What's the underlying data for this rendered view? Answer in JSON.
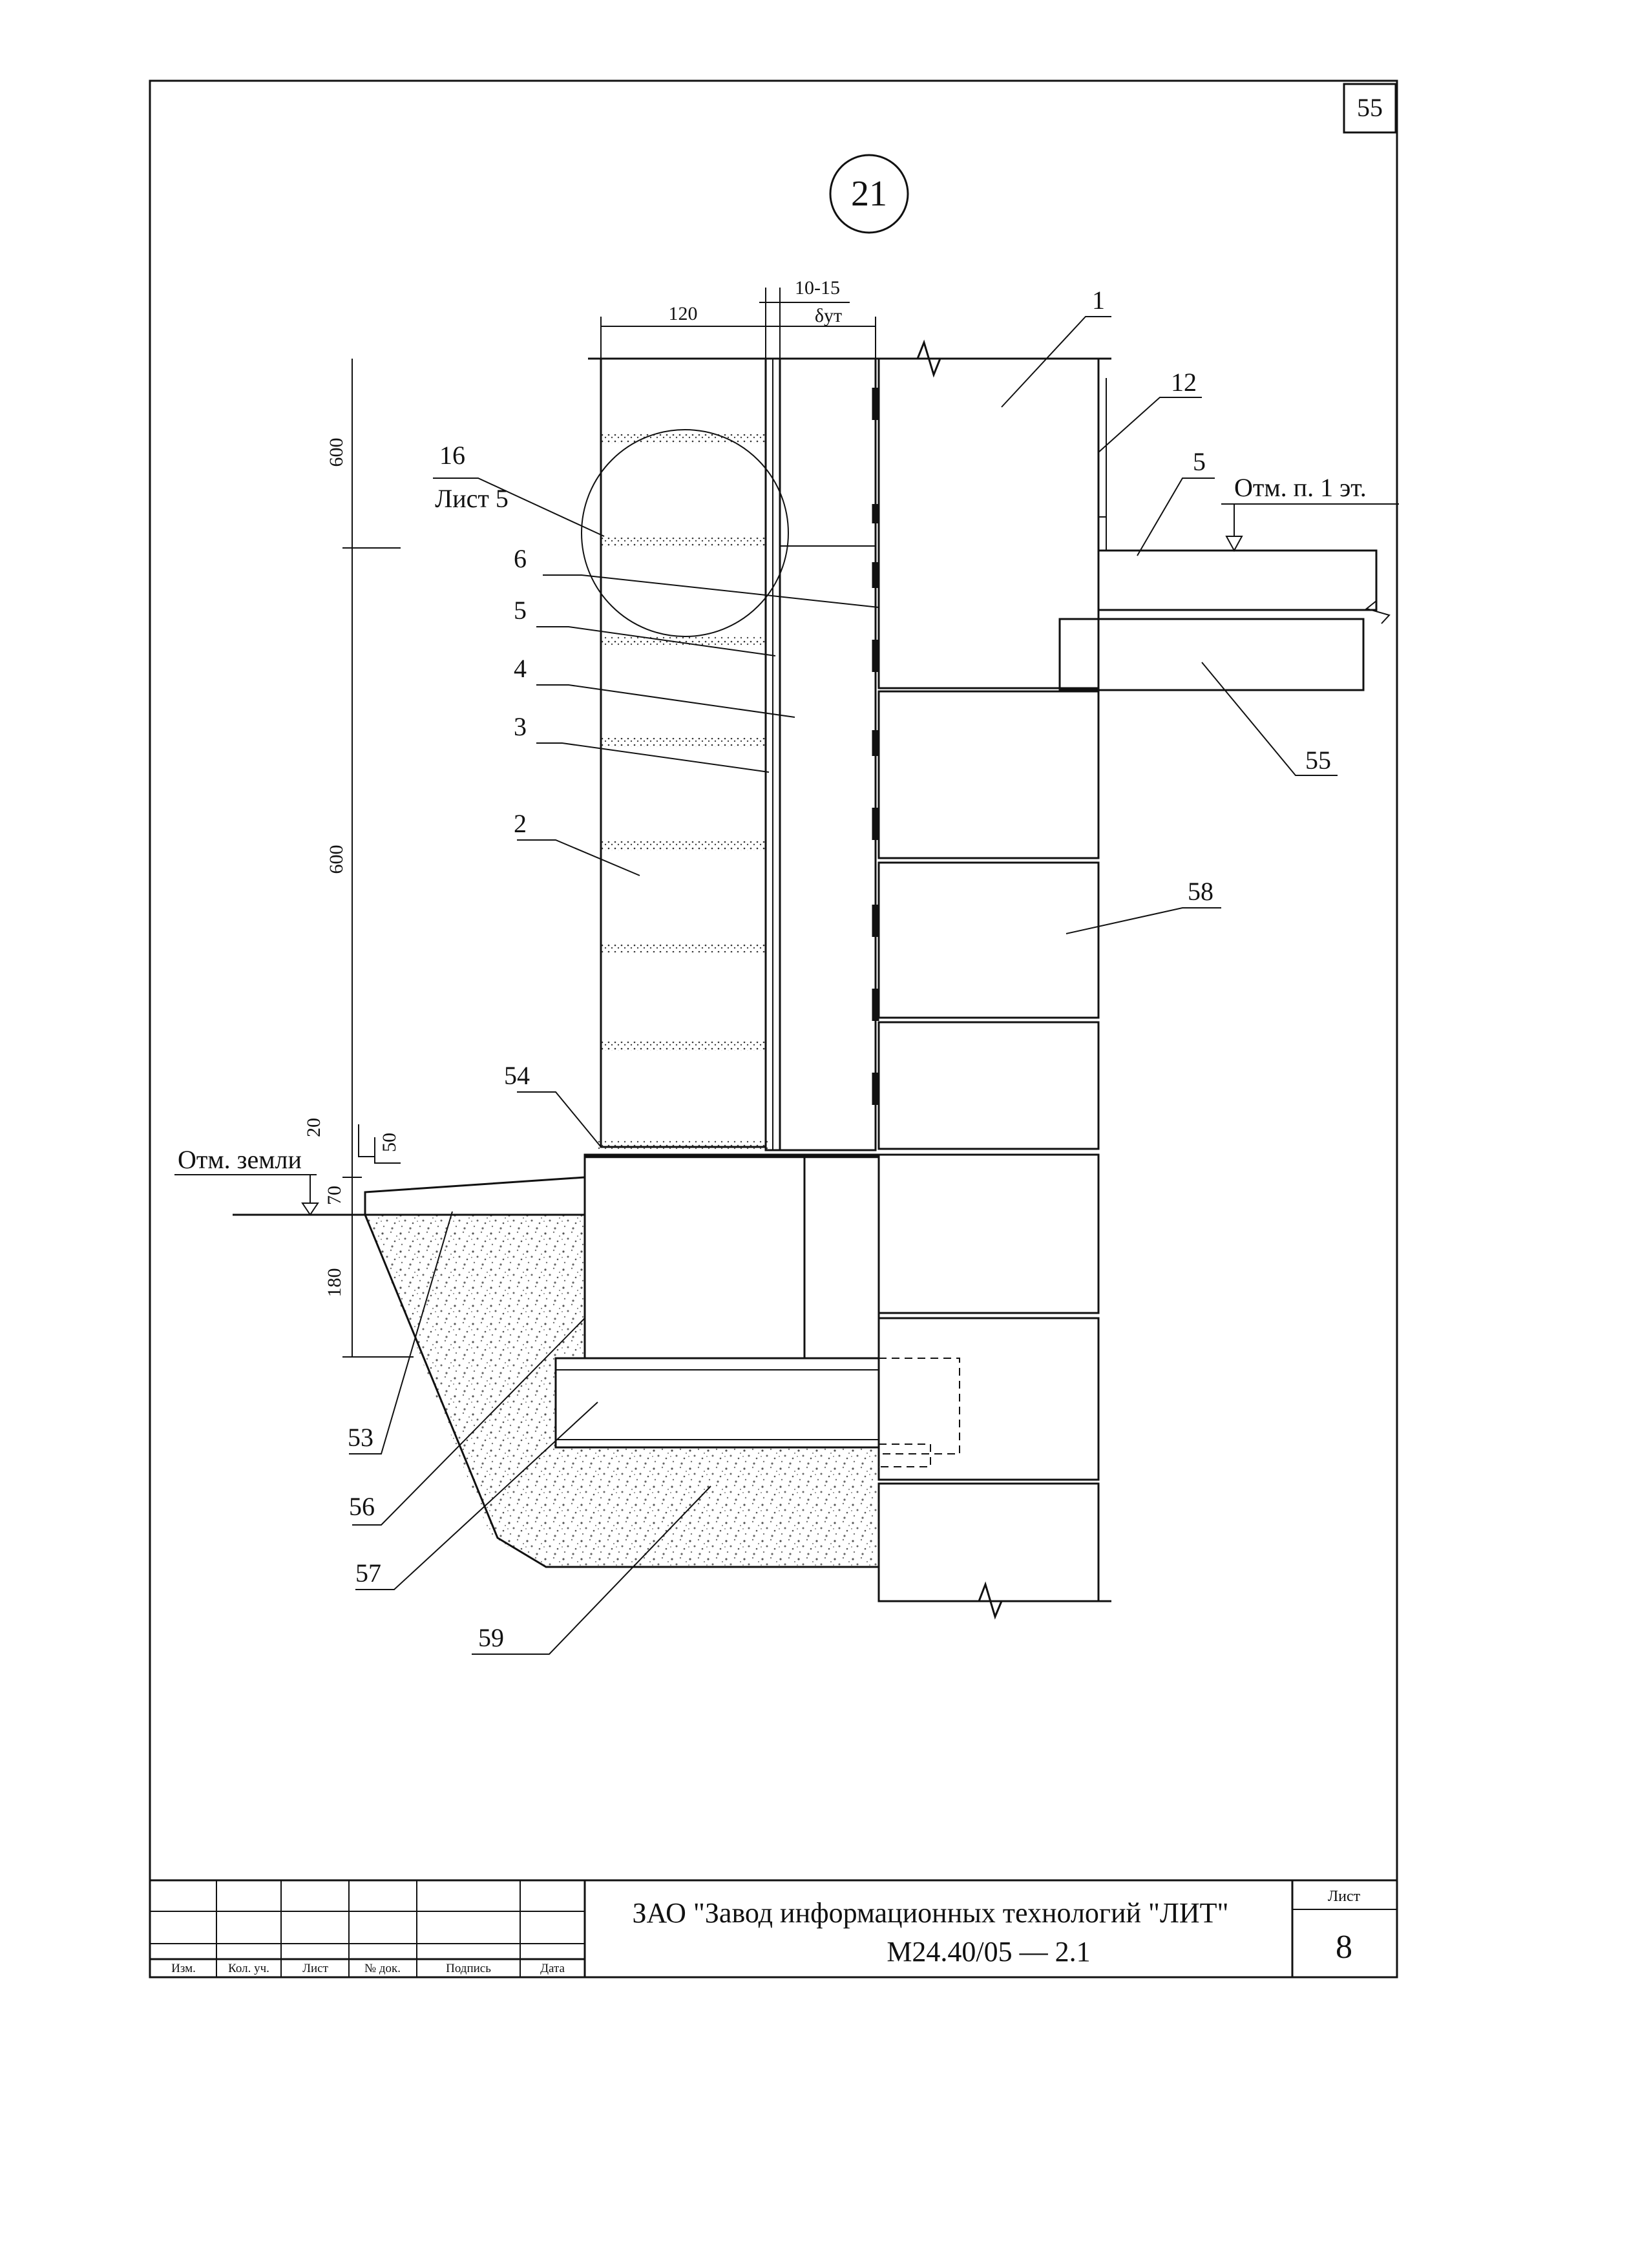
{
  "sheet_corner_number": "55",
  "detail_number": "21",
  "dimensions": {
    "brick_width": "120",
    "gap": "10-15",
    "insulation_thickness": "δут",
    "upper_height": "600",
    "lower_height": "600",
    "d20": "20",
    "d50": "50",
    "d70": "70",
    "d180": "180"
  },
  "level_marks": {
    "ground": "Отм. земли",
    "first_floor": "Отм. п. 1 эт."
  },
  "callouts": {
    "c1": "1",
    "c12": "12",
    "c5_right": "5",
    "c55": "55",
    "c58": "58",
    "c16": "16",
    "c16_sheet": "Лист 5",
    "c6": "6",
    "c5": "5",
    "c4": "4",
    "c3": "3",
    "c2": "2",
    "c54": "54",
    "c53": "53",
    "c56": "56",
    "c57": "57",
    "c59": "59"
  },
  "title_block": {
    "organization": "ЗАО \"Завод информационных технологий \"ЛИТ\"",
    "document_code": "М24.40/05 — 2.1",
    "sheet_label": "Лист",
    "sheet_number": "8",
    "columns": [
      "Изм.",
      "Кол. уч.",
      "Лист",
      "№ док.",
      "Подпись",
      "Дата"
    ]
  }
}
